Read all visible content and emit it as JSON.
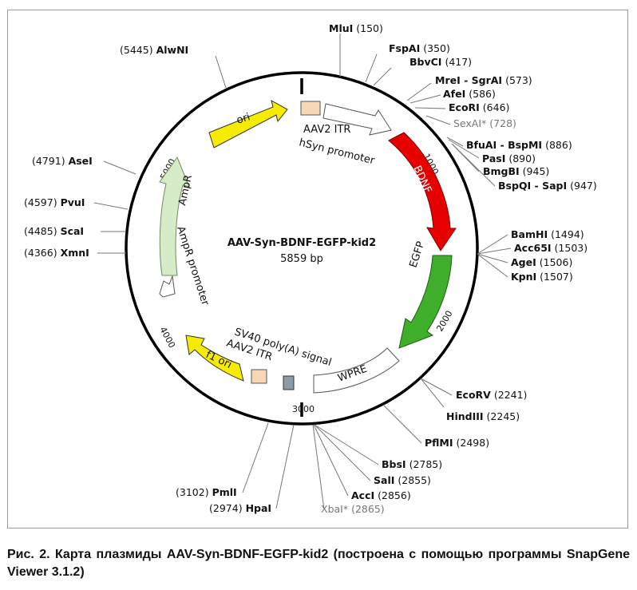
{
  "plasmid": {
    "name": "AAV-Syn-BDNF-EGFP-kid2",
    "size_label": "5859 bp",
    "ticks": [
      "1000",
      "2000",
      "3000",
      "4000",
      "5000"
    ]
  },
  "features": [
    {
      "name": "ori",
      "label": "ori",
      "type": "origin",
      "color": "#f5ec00"
    },
    {
      "name": "aav2-itr-1",
      "label": "AAV2 ITR",
      "type": "repeat",
      "color": "#f7d7b5"
    },
    {
      "name": "hsyn-promoter",
      "label": "hSyn promoter",
      "type": "promoter",
      "color": "#ffffff"
    },
    {
      "name": "bdnf",
      "label": "BDNF",
      "type": "gene",
      "color": "#e60000"
    },
    {
      "name": "egfp",
      "label": "EGFP",
      "type": "gene",
      "color": "#3fae2a"
    },
    {
      "name": "wpre",
      "label": "WPRE",
      "type": "element",
      "color": "#ffffff"
    },
    {
      "name": "sv40-polya",
      "label": "SV40 poly(A) signal",
      "type": "terminator",
      "color": "#8e9aa6"
    },
    {
      "name": "aav2-itr-2",
      "label": "AAV2 ITR",
      "type": "repeat",
      "color": "#f7d7b5"
    },
    {
      "name": "f1-ori",
      "label": "f1 ori",
      "type": "origin",
      "color": "#f5ec00"
    },
    {
      "name": "ampr-promoter",
      "label": "AmpR promoter",
      "type": "promoter",
      "color": "#ffffff"
    },
    {
      "name": "ampr",
      "label": "AmpR",
      "type": "gene",
      "color": "#d6ecc8"
    }
  ],
  "sites": [
    {
      "name": "MluI",
      "pos": "(150)"
    },
    {
      "name": "FspAI",
      "pos": "(350)"
    },
    {
      "name": "BbvCI",
      "pos": "(417)"
    },
    {
      "name": "MreI - SgrAI",
      "pos": "(573)"
    },
    {
      "name": "AfeI",
      "pos": "(586)"
    },
    {
      "name": "EcoRI",
      "pos": "(646)"
    },
    {
      "name": "SexAI*",
      "pos": "(728)"
    },
    {
      "name": "BfuAI - BspMI",
      "pos": "(886)"
    },
    {
      "name": "PasI",
      "pos": "(890)"
    },
    {
      "name": "BmgBI",
      "pos": "(945)"
    },
    {
      "name": "BspQI - SapI",
      "pos": "(947)"
    },
    {
      "name": "BamHI",
      "pos": "(1494)"
    },
    {
      "name": "Acc65I",
      "pos": "(1503)"
    },
    {
      "name": "AgeI",
      "pos": "(1506)"
    },
    {
      "name": "KpnI",
      "pos": "(1507)"
    },
    {
      "name": "EcoRV",
      "pos": "(2241)"
    },
    {
      "name": "HindIII",
      "pos": "(2245)"
    },
    {
      "name": "PflMI",
      "pos": "(2498)"
    },
    {
      "name": "BbsI",
      "pos": "(2785)"
    },
    {
      "name": "SalI",
      "pos": "(2855)"
    },
    {
      "name": "AccI",
      "pos": "(2856)"
    },
    {
      "name": "XbaI*",
      "pos": "(2865)"
    },
    {
      "name": "HpaI",
      "pos": "(2974)"
    },
    {
      "name": "PmlI",
      "pos": "(3102)"
    },
    {
      "name": "XmnI",
      "pos": "(4366)"
    },
    {
      "name": "ScaI",
      "pos": "(4485)"
    },
    {
      "name": "PvuI",
      "pos": "(4597)"
    },
    {
      "name": "AseI",
      "pos": "(4791)"
    },
    {
      "name": "AlwNI",
      "pos": "(5445)"
    }
  ],
  "caption": "Рис. 2. Карта плазмиды AAV-Syn-BDNF-EGFP-kid2 (построена с помощью программы SnapGene Viewer 3.1.2)"
}
